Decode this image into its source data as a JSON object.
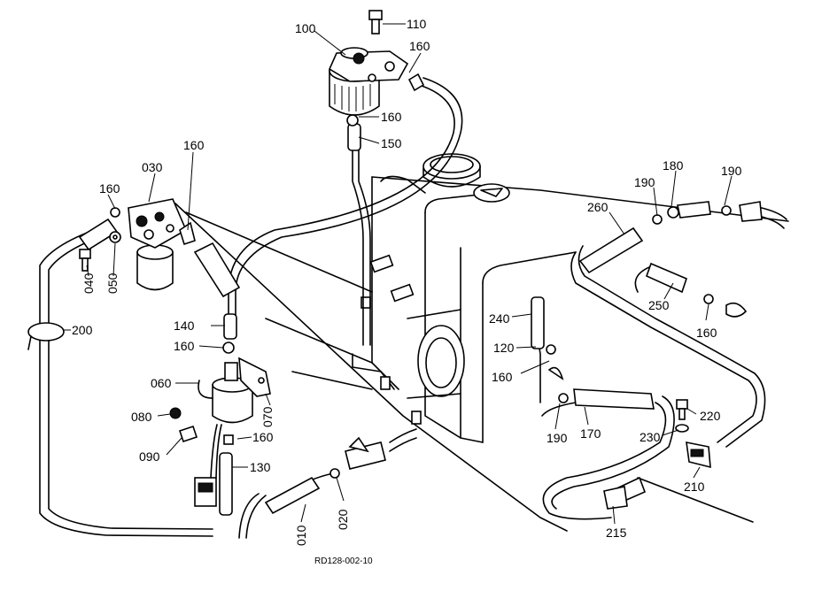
{
  "callouts": {
    "p100": "100",
    "p110": "110",
    "p160_top": "160",
    "p160_mid": "160",
    "p150": "150",
    "p030": "030",
    "p160_filter": "160",
    "p160_left": "160",
    "p040": "040",
    "p050": "050",
    "p200": "200",
    "p140": "140",
    "p160_pump": "160",
    "p060": "060",
    "p070": "070",
    "p080": "080",
    "p090": "090",
    "p160_low": "160",
    "p130": "130",
    "p010": "010",
    "p020": "020",
    "p260": "260",
    "p190_a": "190",
    "p180": "180",
    "p190_b": "190",
    "p250": "250",
    "p160_right": "160",
    "p240": "240",
    "p120": "120",
    "p160_tank": "160",
    "p190_c": "190",
    "p170": "170",
    "p220": "220",
    "p230": "230",
    "p210": "210",
    "p215": "215"
  },
  "drawing_code": "RD128-002-10"
}
